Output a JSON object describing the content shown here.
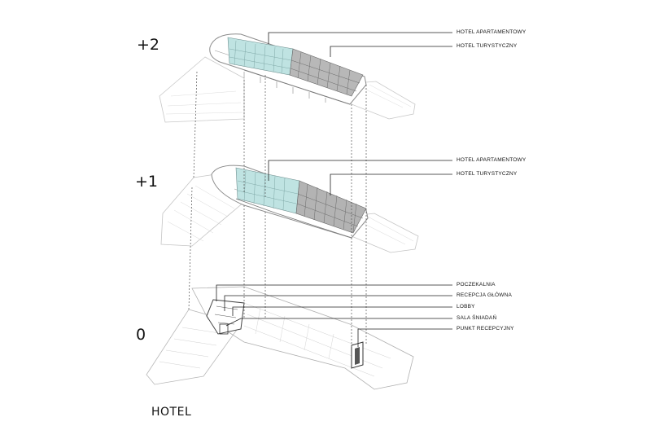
{
  "levels": {
    "upper": "+2",
    "middle": "+1",
    "ground": "0"
  },
  "callouts": {
    "level_2": [
      "HOTEL APARTAMENTOWY",
      "HOTEL TURYSTYCZNY"
    ],
    "level_1": [
      "HOTEL APARTAMENTOWY",
      "HOTEL TURYSTYCZNY"
    ],
    "level_0": [
      "POCZEKALNIA",
      "RECEPCJA GŁÓWNA",
      "LOBBY",
      "SALA ŚNIADAŃ",
      "PUNKT RECEPCYJNY"
    ]
  },
  "caption": "HOTEL",
  "colors": {
    "apartment_wing": "#bfe3e2",
    "tourist_wing": "#a9a9a9",
    "outline": "#9a9a9a",
    "leader": "#222222"
  }
}
